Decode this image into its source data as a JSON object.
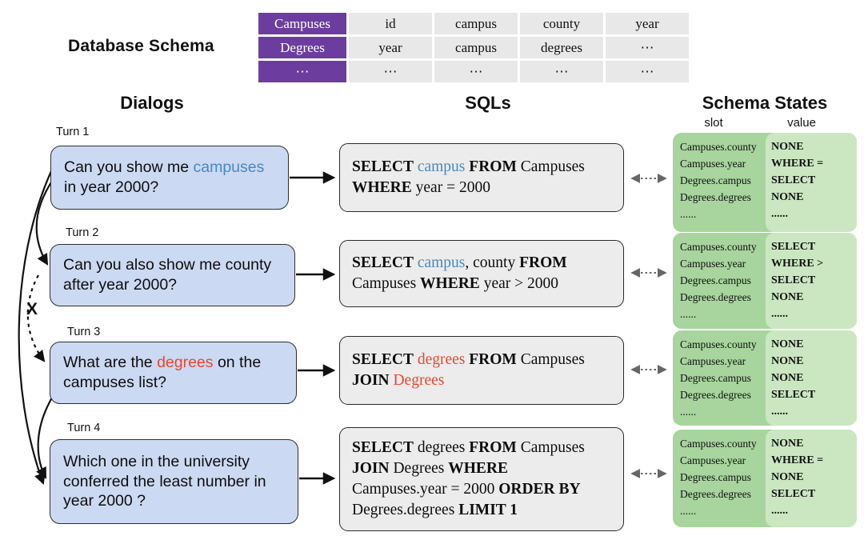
{
  "title": "Database Schema",
  "schema_table": {
    "rows": [
      {
        "name": "Campuses",
        "cells": [
          "id",
          "campus",
          "county",
          "year"
        ]
      },
      {
        "name": "Degrees",
        "cells": [
          "year",
          "campus",
          "degrees",
          "⋯"
        ]
      },
      {
        "name": "⋯",
        "cells": [
          "⋯",
          "⋯",
          "⋯",
          "⋯"
        ]
      }
    ]
  },
  "columns": {
    "dialogs": "Dialogs",
    "sqls": "SQLs",
    "schema_states": "Schema States",
    "slot_label": "slot",
    "value_label": "value"
  },
  "cross_mark": "X",
  "turns": [
    {
      "label": "Turn 1",
      "dialog": [
        {
          "t": "Can you show me "
        },
        {
          "t": "campuses",
          "c": "blue"
        },
        {
          "br": true
        },
        {
          "t": "in year 2000?"
        }
      ],
      "sql": [
        {
          "t": "SELECT",
          "b": true
        },
        {
          "t": " "
        },
        {
          "t": "campus",
          "c": "blue"
        },
        {
          "t": " "
        },
        {
          "t": "FROM",
          "b": true
        },
        {
          "t": " Campuses"
        },
        {
          "br": true
        },
        {
          "t": "WHERE",
          "b": true
        },
        {
          "t": " year = 2000"
        }
      ],
      "state": [
        {
          "slot": "Campuses.county",
          "value": "NONE"
        },
        {
          "slot": "Campuses.year",
          "value": "WHERE ="
        },
        {
          "slot": "Degrees.campus",
          "value": "SELECT"
        },
        {
          "slot": "Degrees.degrees",
          "value": "NONE"
        },
        {
          "slot": "......",
          "value": "......"
        }
      ]
    },
    {
      "label": "Turn 2",
      "dialog": [
        {
          "t": "Can you also show me county"
        },
        {
          "br": true
        },
        {
          "t": "after year 2000?"
        }
      ],
      "sql": [
        {
          "t": "SELECT",
          "b": true
        },
        {
          "t": " "
        },
        {
          "t": "campus",
          "c": "blue"
        },
        {
          "t": ", county "
        },
        {
          "t": "FROM",
          "b": true
        },
        {
          "br": true
        },
        {
          "t": "Campuses "
        },
        {
          "t": "WHERE",
          "b": true
        },
        {
          "t": " year > 2000"
        }
      ],
      "state": [
        {
          "slot": "Campuses.county",
          "value": "SELECT"
        },
        {
          "slot": "Campuses.year",
          "value": "WHERE >"
        },
        {
          "slot": "Degrees.campus",
          "value": "SELECT"
        },
        {
          "slot": "Degrees.degrees",
          "value": "NONE"
        },
        {
          "slot": "......",
          "value": "......"
        }
      ]
    },
    {
      "label": "Turn 3",
      "dialog": [
        {
          "t": "What are the "
        },
        {
          "t": "degrees",
          "c": "red"
        },
        {
          "t": " on the"
        },
        {
          "br": true
        },
        {
          "t": "campuses list?"
        }
      ],
      "sql": [
        {
          "t": "SELECT",
          "b": true
        },
        {
          "t": " "
        },
        {
          "t": "degrees",
          "c": "red"
        },
        {
          "t": " "
        },
        {
          "t": "FROM",
          "b": true
        },
        {
          "t": " Campuses"
        },
        {
          "br": true
        },
        {
          "t": "JOIN",
          "b": true
        },
        {
          "t": " "
        },
        {
          "t": "Degrees",
          "c": "red"
        }
      ],
      "state": [
        {
          "slot": "Campuses.county",
          "value": "NONE"
        },
        {
          "slot": "Campuses.year",
          "value": "NONE"
        },
        {
          "slot": "Degrees.campus",
          "value": "NONE"
        },
        {
          "slot": "Degrees.degrees",
          "value": "SELECT"
        },
        {
          "slot": "......",
          "value": "......"
        }
      ]
    },
    {
      "label": "Turn 4",
      "dialog": [
        {
          "t": "Which one in the university"
        },
        {
          "br": true
        },
        {
          "t": "conferred the least number in"
        },
        {
          "br": true
        },
        {
          "t": "year 2000 ?"
        }
      ],
      "sql": [
        {
          "t": "SELECT",
          "b": true
        },
        {
          "t": " degrees "
        },
        {
          "t": "FROM",
          "b": true
        },
        {
          "t": " Campuses"
        },
        {
          "br": true
        },
        {
          "t": "JOIN",
          "b": true
        },
        {
          "t": " Degrees "
        },
        {
          "t": "WHERE",
          "b": true
        },
        {
          "br": true
        },
        {
          "t": "Campuses.year = 2000 "
        },
        {
          "t": "ORDER BY",
          "b": true
        },
        {
          "br": true
        },
        {
          "t": "Degrees.degrees "
        },
        {
          "t": "LIMIT 1",
          "b": true
        }
      ],
      "state": [
        {
          "slot": "Campuses.county",
          "value": "NONE"
        },
        {
          "slot": "Campuses.year",
          "value": "WHERE ="
        },
        {
          "slot": "Degrees.campus",
          "value": "NONE"
        },
        {
          "slot": "Degrees.degrees",
          "value": "SELECT"
        },
        {
          "slot": "......",
          "value": "......"
        }
      ]
    }
  ],
  "colors": {
    "table_header_bg": "#6c3d9e",
    "table_cell_bg": "#e8e8e8",
    "dialog_bg": "#ccd9f2",
    "sql_bg": "#ececec",
    "state_slot_bg": "#a7d59d",
    "state_value_bg": "#cbe7c1",
    "highlight_blue": "#4a87c7",
    "highlight_red": "#e6492f",
    "arrow_gray": "#666666"
  }
}
